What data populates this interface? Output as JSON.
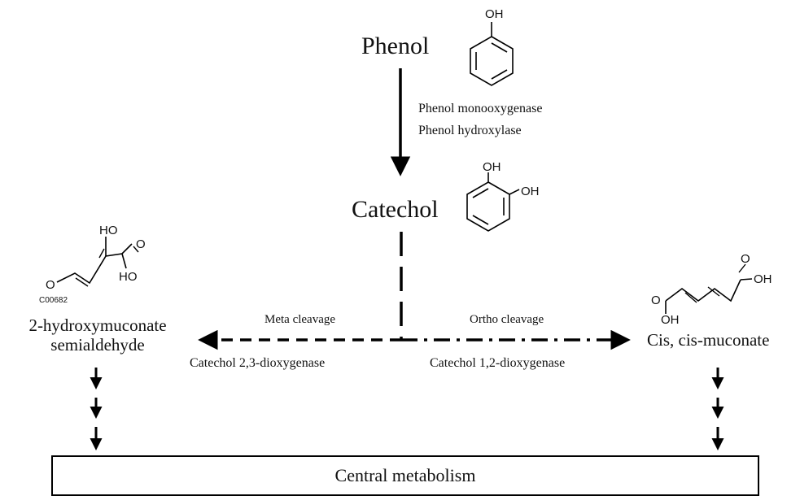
{
  "compounds": {
    "phenol": {
      "name": "Phenol",
      "oh": "OH"
    },
    "catechol": {
      "name": "Catechol",
      "oh1": "OH",
      "oh2": "OH"
    },
    "hms": {
      "name_line1": "2-hydroxymuconate",
      "name_line2": "semialdehyde",
      "ho": "HO",
      "o_ald": "O",
      "o_acid": "O",
      "ho_acid": "HO",
      "kegg_id": "C00682"
    },
    "ccm": {
      "name": "Cis, cis-muconate",
      "o1": "O",
      "oh1": "OH",
      "o2": "O",
      "oh2": "OH"
    }
  },
  "enzymes": {
    "step1_line1": "Phenol monooxygenase",
    "step1_line2": "Phenol hydroxylase",
    "meta": "Catechol 2,3-dioxygenase",
    "ortho": "Catechol 1,2-dioxygenase"
  },
  "pathways": {
    "meta": "Meta cleavage",
    "ortho": "Ortho cleavage"
  },
  "central_metabolism": "Central metabolism"
}
